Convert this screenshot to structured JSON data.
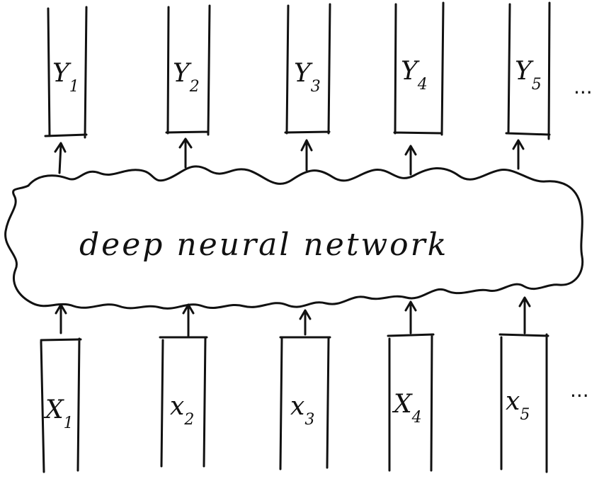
{
  "network": {
    "label": "deep neural network"
  },
  "outputs": [
    {
      "var": "Y",
      "sub": "1"
    },
    {
      "var": "Y",
      "sub": "2"
    },
    {
      "var": "Y",
      "sub": "3"
    },
    {
      "var": "Y",
      "sub": "4"
    },
    {
      "var": "Y",
      "sub": "5"
    }
  ],
  "inputs": [
    {
      "var": "X",
      "sub": "1"
    },
    {
      "var": "x",
      "sub": "2"
    },
    {
      "var": "x",
      "sub": "3"
    },
    {
      "var": "X",
      "sub": "4"
    },
    {
      "var": "x",
      "sub": "5"
    }
  ],
  "continuation": {
    "outputs": "...",
    "inputs": "..."
  }
}
